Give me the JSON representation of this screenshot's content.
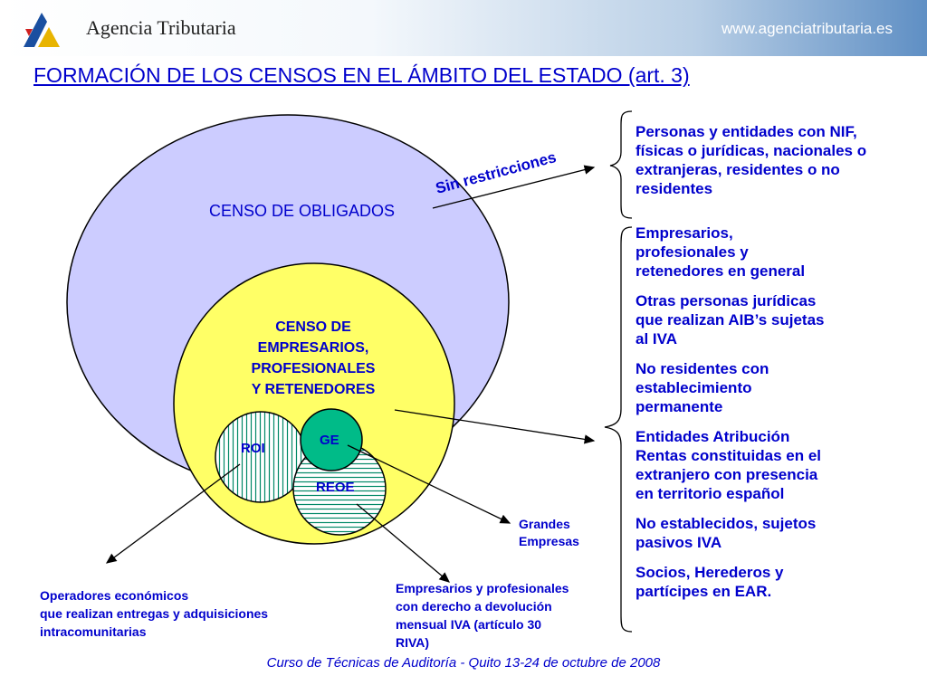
{
  "header": {
    "brand": "Agencia Tributaria",
    "website": "www.agenciatributaria.es",
    "logo_icon": "agencia-tributaria-logo-icon"
  },
  "title": "FORMACIÓN DE LOS CENSOS EN EL ÁMBITO DEL ESTADO (art. 3)",
  "diagram": {
    "censo_obligados": "CENSO DE OBLIGADOS",
    "sin_restricciones": "Sin restricciones",
    "censo_empresarios": [
      "CENSO DE",
      "EMPRESARIOS,",
      "PROFESIONALES",
      "Y RETENEDORES"
    ],
    "roi": "ROI",
    "ge": "GE",
    "reoe": "REOE",
    "grandes_empresas": [
      "Grandes",
      "Empresas"
    ],
    "operadores": [
      "Operadores económicos",
      "que realizan entregas y adquisiciones",
      "intracomunitarias"
    ],
    "empresarios_devolucion": [
      "Empresarios y profesionales",
      "con derecho a devolución",
      "mensual IVA (artículo 30",
      "RIVA)"
    ],
    "colors": {
      "outer_circle": "#ccccff",
      "inner_circle": "#ffff66",
      "ge_circle": "#00bb88",
      "text": "#0000cc"
    }
  },
  "list_obligados": [
    "Personas y entidades con NIF,",
    "físicas o jurídicas, nacionales o",
    "extranjeras, residentes o no",
    "residentes"
  ],
  "list_empresarios": [
    [
      "Empresarios,",
      "profesionales y",
      "retenedores en general"
    ],
    [
      "Otras personas jurídicas",
      "que realizan AIB’s sujetas",
      "al IVA"
    ],
    [
      "No residentes con",
      "establecimiento",
      "permanente"
    ],
    [
      "Entidades Atribución",
      "Rentas constituidas en el",
      "extranjero con presencia",
      "en territorio español"
    ],
    [
      "No establecidos, sujetos",
      "pasivos IVA"
    ],
    [
      "Socios, Herederos y",
      "partícipes en EAR."
    ]
  ],
  "footer": "Curso de  Técnicas de Auditoría  - Quito 13-24 de octubre de 2008"
}
